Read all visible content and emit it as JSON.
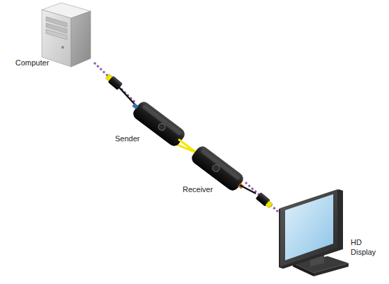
{
  "diagram": {
    "nodes": [
      {
        "text": [
          "Computer"
        ]
      },
      {
        "text": [
          "Sender"
        ]
      },
      {
        "text": [
          "Receiver"
        ]
      },
      {
        "text": [
          "HD Display"
        ]
      }
    ],
    "edges": [
      {
        "from": 0,
        "to": 1,
        "arrow": "none"
      },
      {
        "from": 1,
        "to": 2,
        "arrow": "none"
      },
      {
        "from": 2,
        "to": 3,
        "arrow": "none"
      }
    ]
  }
}
